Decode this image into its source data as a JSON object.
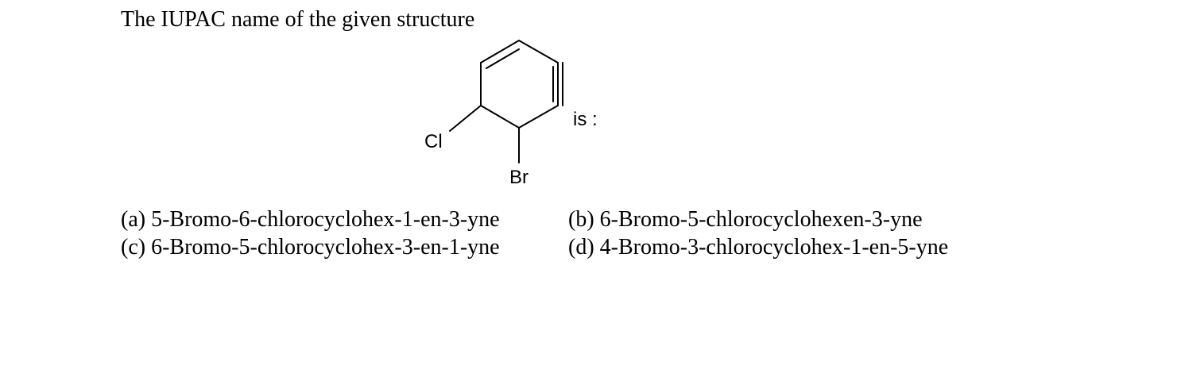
{
  "question": {
    "text": "The IUPAC name of the given structure"
  },
  "structure": {
    "substituent_cl": "Cl",
    "substituent_br": "Br",
    "suffix": "is :"
  },
  "options": [
    {
      "label": "(a) 5-Bromo-6-chlorocyclohex-1-en-3-yne"
    },
    {
      "label": "(b) 6-Bromo-5-chlorocyclohexen-3-yne"
    },
    {
      "label": "(c) 6-Bromo-5-chlorocyclohex-3-en-1-yne"
    },
    {
      "label": "(d) 4-Bromo-3-chlorocyclohex-1-en-5-yne"
    }
  ]
}
